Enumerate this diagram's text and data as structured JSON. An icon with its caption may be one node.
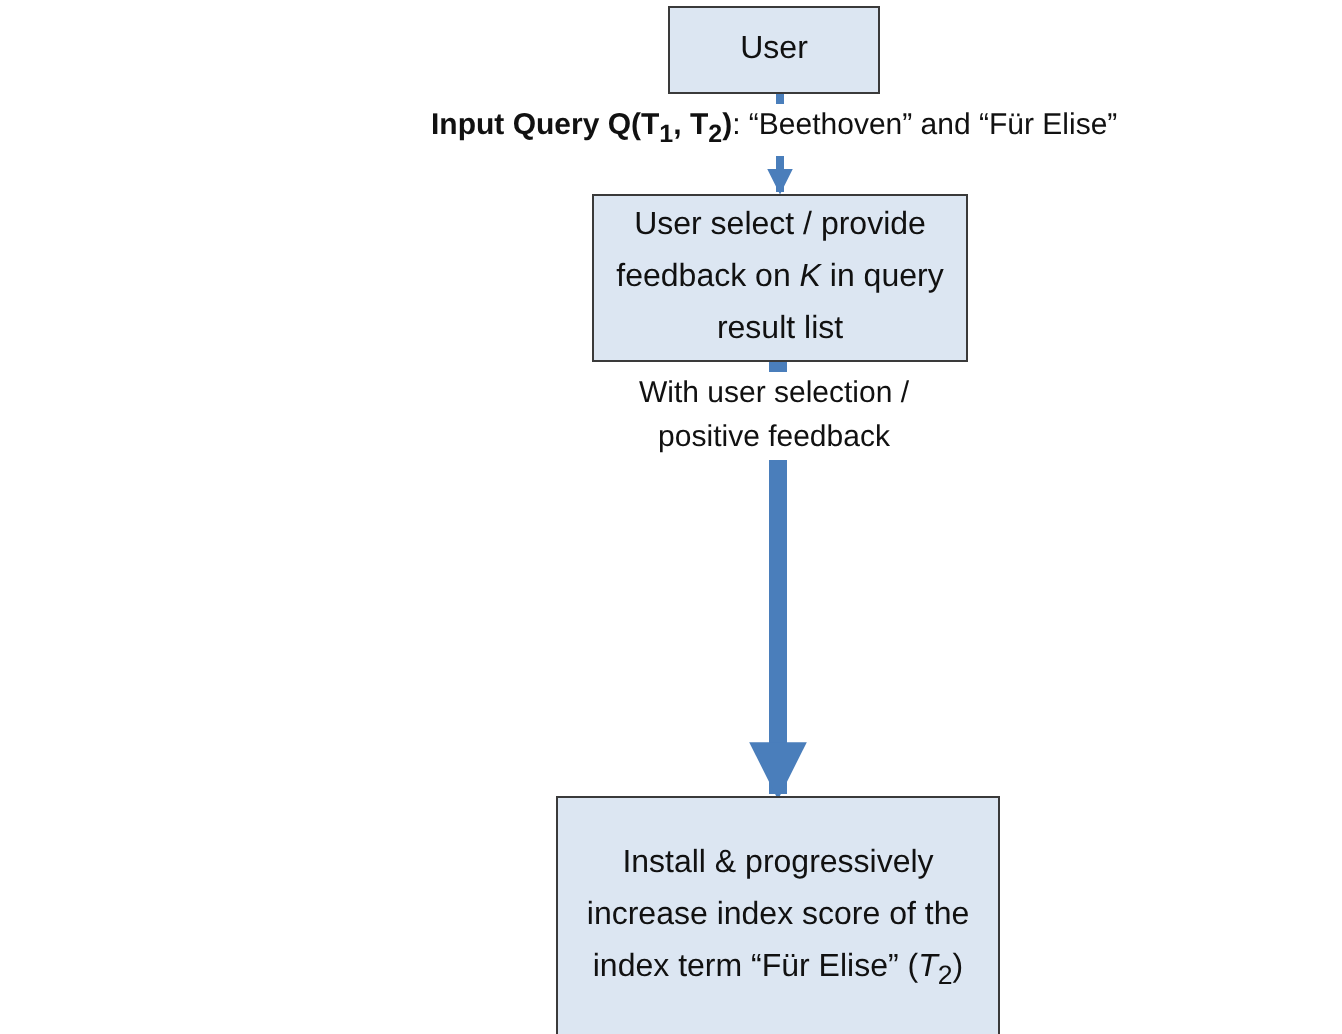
{
  "diagram": {
    "nodes": [
      {
        "text": [
          "User"
        ]
      },
      {
        "text": [
          "User select / provide feedback on *K* in query result list"
        ]
      },
      {
        "text": [
          "Install & progressively increase index score of the index term “Für Elise” (*T*$_{2}$)"
        ]
      }
    ],
    "edges": [
      {
        "from": 0,
        "to": 1,
        "arrow": "to",
        "label": "**Input Query Q(T$_{1}$, T$_{2}$)**: “Beethoven” and “Für Elise”"
      },
      {
        "from": 1,
        "to": 2,
        "arrow": "to",
        "label": "With user selection / positive feedback",
        "style": "thick"
      }
    ]
  }
}
